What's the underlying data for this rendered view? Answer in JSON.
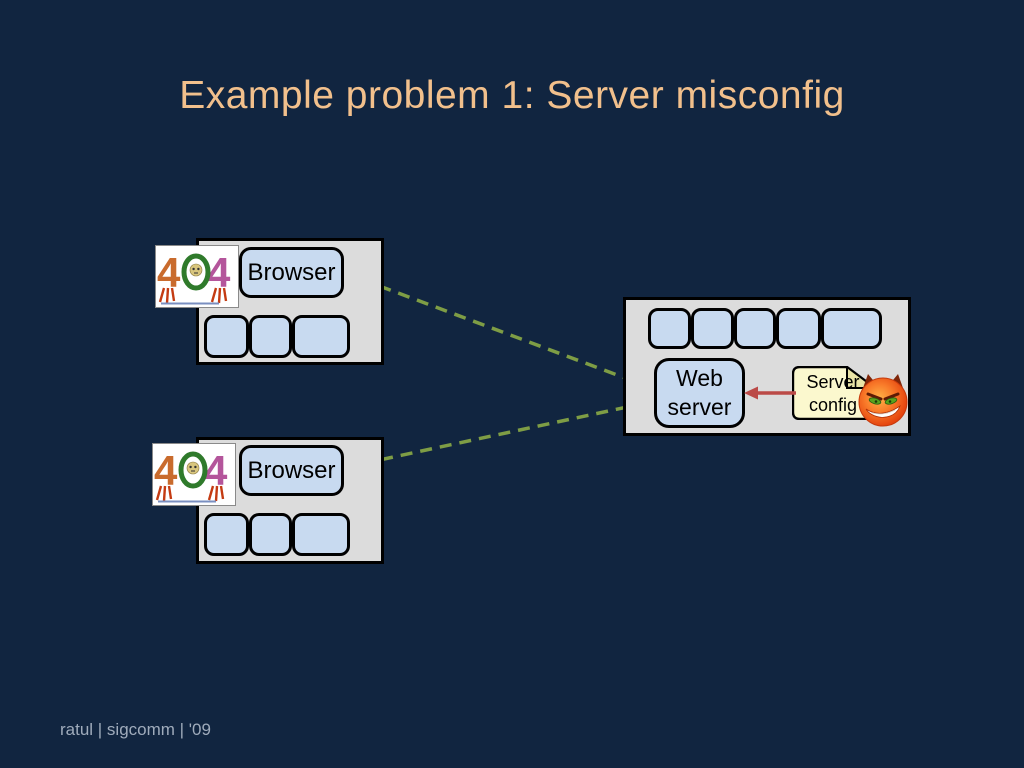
{
  "slide": {
    "title": "Example problem 1: Server misconfig",
    "footer": "ratul | sigcomm | '09"
  },
  "clients": [
    {
      "label": "Browser",
      "slots": 3,
      "error_image": {
        "name": "404-error-creature",
        "digit_left": "4",
        "digit_right": "4",
        "code": "404"
      }
    },
    {
      "label": "Browser",
      "slots": 3,
      "error_image": {
        "name": "404-error-creature",
        "digit_left": "4",
        "digit_right": "4",
        "code": "404"
      }
    }
  ],
  "server": {
    "slots": 5,
    "web_server_label": "Web server",
    "config_label": "Server config",
    "devil_icon": "devil-emoticon"
  },
  "links": [
    {
      "from": "browser-1",
      "to": "web-server",
      "style": "dashed-green"
    },
    {
      "from": "browser-2",
      "to": "web-server",
      "style": "dashed-green"
    },
    {
      "from": "server-config",
      "to": "web-server",
      "style": "solid-red-arrow"
    }
  ],
  "colors": {
    "background": "#112540",
    "title": "#F2C08C",
    "footer": "#9FABBB",
    "machine_fill": "#DCDCDC",
    "node_fill": "#C8DAF0",
    "note_fill": "#FBF8CE",
    "link_green": "#7E9D45",
    "arrow_red": "#BB4A47"
  }
}
